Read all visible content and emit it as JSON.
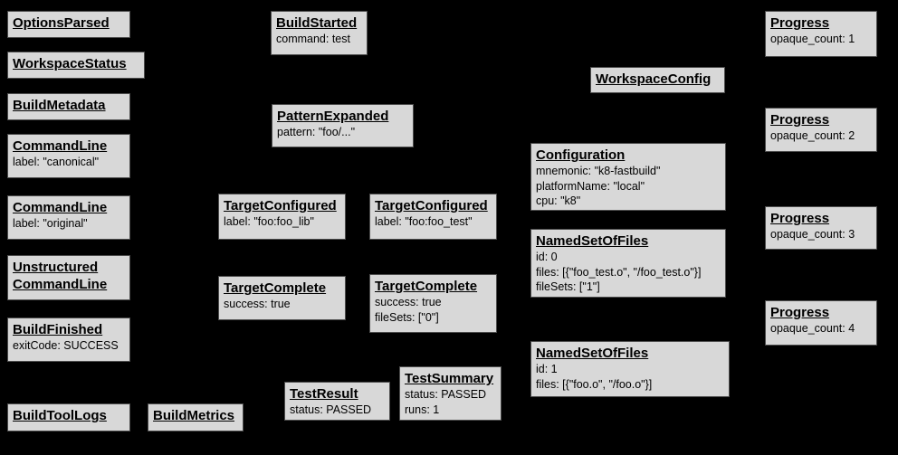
{
  "colors": {
    "background": "#000000",
    "node_fill": "#d8d8d8",
    "node_border": "#4d4d4d",
    "node_text": "#000000"
  },
  "nodes": [
    {
      "title": "OptionsParsed",
      "lines": []
    },
    {
      "title": "WorkspaceStatus",
      "lines": []
    },
    {
      "title": "BuildMetadata",
      "lines": []
    },
    {
      "title": "CommandLine",
      "lines": [
        "label: \"canonical\""
      ]
    },
    {
      "title": "CommandLine",
      "lines": [
        "label: \"original\""
      ]
    },
    {
      "title": "Unstructured\nCommandLine",
      "lines": []
    },
    {
      "title": "BuildFinished",
      "lines": [
        "exitCode: SUCCESS"
      ]
    },
    {
      "title": "BuildToolLogs",
      "lines": []
    },
    {
      "title": "BuildMetrics",
      "lines": []
    },
    {
      "title": "BuildStarted",
      "lines": [
        "command: test"
      ]
    },
    {
      "title": "PatternExpanded",
      "lines": [
        "pattern: \"foo/...\""
      ]
    },
    {
      "title": "TargetConfigured",
      "lines": [
        "label: \"foo:foo_lib\""
      ]
    },
    {
      "title": "TargetConfigured",
      "lines": [
        "label: \"foo:foo_test\""
      ]
    },
    {
      "title": "TargetComplete",
      "lines": [
        "success: true"
      ]
    },
    {
      "title": "TargetComplete",
      "lines": [
        "success: true",
        "fileSets: [\"0\"]"
      ]
    },
    {
      "title": "TestResult",
      "lines": [
        "status: PASSED"
      ]
    },
    {
      "title": "TestSummary",
      "lines": [
        "status: PASSED",
        "runs: 1"
      ]
    },
    {
      "title": "WorkspaceConfig",
      "lines": []
    },
    {
      "title": "Configuration",
      "lines": [
        "mnemonic: \"k8-fastbuild\"",
        "platformName: \"local\"",
        "cpu: \"k8\""
      ]
    },
    {
      "title": "NamedSetOfFiles",
      "lines": [
        "id: 0",
        "files: [{\"foo_test.o\", \"/foo_test.o\"}]",
        "fileSets: [\"1\"]"
      ]
    },
    {
      "title": "NamedSetOfFiles",
      "lines": [
        "id: 1",
        "files: [{\"foo.o\", \"/foo.o\"}]"
      ]
    },
    {
      "title": "Progress",
      "lines": [
        "opaque_count: 1"
      ]
    },
    {
      "title": "Progress",
      "lines": [
        "opaque_count: 2"
      ]
    },
    {
      "title": "Progress",
      "lines": [
        "opaque_count: 3"
      ]
    },
    {
      "title": "Progress",
      "lines": [
        "opaque_count: 4"
      ]
    }
  ]
}
